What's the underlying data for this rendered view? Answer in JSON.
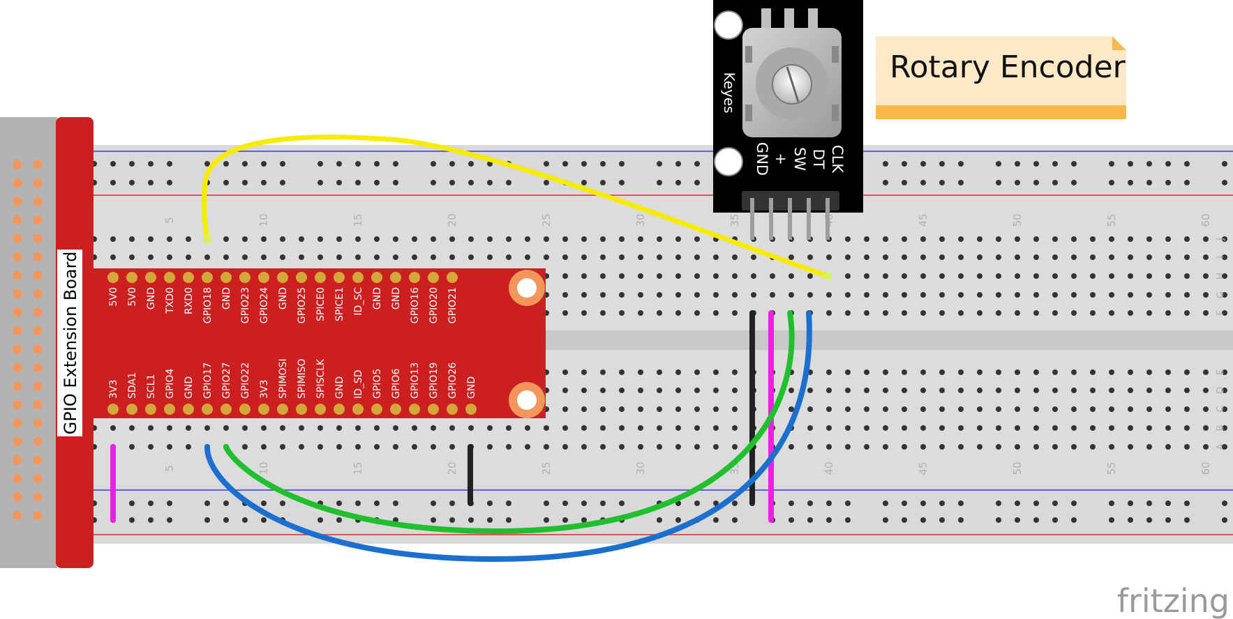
{
  "extension_board": {
    "title": "GPIO Extension Board",
    "top_row_labels": [
      "5V0",
      "5V0",
      "GND",
      "TXD0",
      "RXD0",
      "GPIO18",
      "GND",
      "GPIO23",
      "GPIO24",
      "GND",
      "GPIO25",
      "SPICE0",
      "SPICE1",
      "ID_SC",
      "GND",
      "GND",
      "GPIO16",
      "GPIO20",
      "GPIO21"
    ],
    "bottom_row_labels": [
      "3V3",
      "SDA1",
      "SCL1",
      "GPIO4",
      "GND",
      "GPIO17",
      "GPIO27",
      "GPIO22",
      "3V3",
      "SPIMOSI",
      "SPIMISO",
      "SPISCLK",
      "GND",
      "ID_SD",
      "GPIO5",
      "GPIO6",
      "GPIO13",
      "GPIO19",
      "GPIO26",
      "GND"
    ]
  },
  "breadboard": {
    "column_numbers": [
      "5",
      "10",
      "15",
      "20",
      "25",
      "30",
      "35",
      "40",
      "45",
      "50",
      "55",
      "60"
    ],
    "row_letters_top": [
      "J",
      "I",
      "H",
      "G",
      "F"
    ],
    "row_letters_bottom": [
      "E",
      "D",
      "C",
      "B",
      "A"
    ]
  },
  "encoder_module": {
    "brand": "Keyes",
    "pins": [
      "GND",
      "+",
      "SW",
      "DT",
      "CLK"
    ]
  },
  "note": {
    "text": "Rotary Encoder",
    "color": "#fde9c8",
    "accent": "#f8b84b"
  },
  "wires": [
    {
      "name": "clk-wire",
      "color": "#f5ec00"
    },
    {
      "name": "dt-wire",
      "color": "#1a6fcf"
    },
    {
      "name": "sw-wire",
      "color": "#1fbf2e"
    },
    {
      "name": "vcc-wire",
      "color": "#f01ee6"
    },
    {
      "name": "gnd-wire",
      "color": "#222222"
    }
  ],
  "watermark": "fritzing"
}
